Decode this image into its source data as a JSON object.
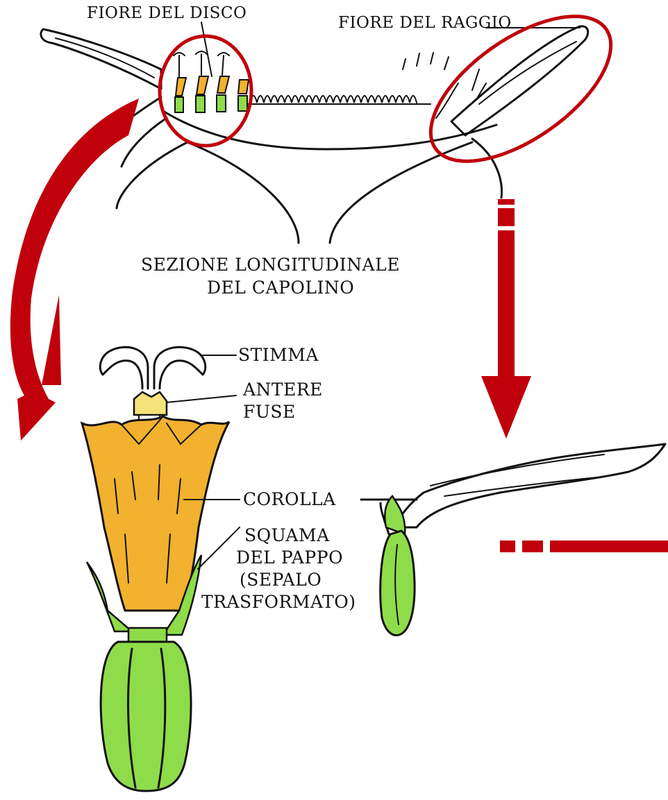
{
  "labels": {
    "disc_flower": "FIORE DEL DISCO",
    "ray_flower": "FIORE DEL RAGGIO",
    "section_line1": "SEZIONE LONGITUDINALE",
    "section_line2": "DEL CAPOLINO",
    "stigma": "STIMMA",
    "anthers_line1": "ANTERE",
    "anthers_line2": "FUSE",
    "corolla": "COROLLA",
    "pappus_line1": "SQUAMA",
    "pappus_line2": "DEL PAPPO",
    "pappus_line3": "(SEPALO",
    "pappus_line4": "TRASFORMATO)"
  },
  "colors": {
    "highlight_red": "#c0000b",
    "corolla_orange": "#f2b12e",
    "green": "#8fdc4a",
    "ink": "#111111"
  }
}
